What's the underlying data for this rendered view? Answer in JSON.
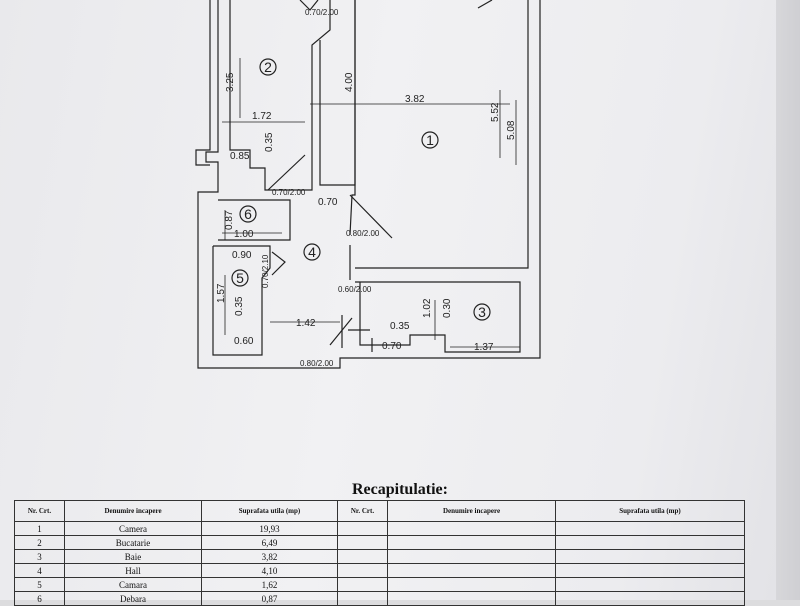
{
  "plan": {
    "room_numbers": [
      "1",
      "2",
      "3",
      "4",
      "5",
      "6"
    ],
    "dimensions": {
      "d_325": "3.25",
      "d_172": "1.72",
      "d_035_top": "0.35",
      "d_085": "0.85",
      "d_400": "4.00",
      "d_382": "3.82",
      "d_552": "5.52",
      "d_508": "5.08",
      "d_070_hall": "0.70",
      "d_087": "0.87",
      "d_100": "1.00",
      "d_090": "0.90",
      "d_157": "1.57",
      "d_035_bath": "0.35",
      "d_060": "0.60",
      "d_142": "1.42",
      "d_035_low": "0.35",
      "d_102": "1.02",
      "d_030": "0.30",
      "d_070_bottom": "0.70",
      "d_137": "1.37"
    },
    "doors": {
      "door_top": "0.70/2.00",
      "door_kitchen": "0.70/2.00",
      "door_room1": "0.80/2.00",
      "door_room3": "0.60/2.00",
      "door_bath": "0.70/2.10",
      "door_entry": "0.80/2.00"
    }
  },
  "recap": {
    "title": "Recapitulatie:",
    "headers": [
      "Nr. Crt.",
      "Denumire incapere",
      "Suprafata utila (mp)",
      "Nr. Crt.",
      "Denumire incapere",
      "Suprafata utila (mp)"
    ],
    "rows": [
      {
        "nr": "1",
        "name": "Camera",
        "area": "19,93"
      },
      {
        "nr": "2",
        "name": "Bucatarie",
        "area": "6,49"
      },
      {
        "nr": "3",
        "name": "Baie",
        "area": "3,82"
      },
      {
        "nr": "4",
        "name": "Hall",
        "area": "4,10"
      },
      {
        "nr": "5",
        "name": "Camara",
        "area": "1,62"
      },
      {
        "nr": "6",
        "name": "Debara",
        "area": "0,87"
      }
    ]
  }
}
